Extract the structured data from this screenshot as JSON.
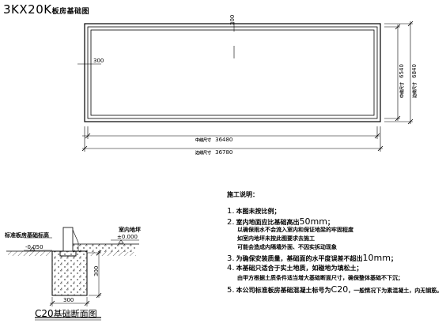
{
  "title": {
    "model": "3KX20K",
    "label": "板房基础图"
  },
  "plan": {
    "dim_top": "300",
    "dim_left": "300",
    "center_width_label": "中线尺寸",
    "center_width": "36480",
    "overall_width_label": "边线尺寸",
    "overall_width": "36780",
    "center_depth_label": "中线尺寸",
    "center_depth": "6540",
    "overall_depth_label": "边线尺寸",
    "overall_depth": "6840"
  },
  "section": {
    "board_level_label": "标准板房基础标高",
    "board_level_value": "-0.050",
    "ground_label": "室内地坪",
    "ground_value": "±0.000",
    "dim_height": "300",
    "dim_width": "300",
    "title_grade": "C20",
    "title_text": "基础断面图"
  },
  "notes": {
    "heading": "施工说明：",
    "items": [
      {
        "num": "1.",
        "text": "本图未按比例；"
      },
      {
        "num": "2.",
        "text": "室内地面应比基础高出",
        "value": "50mm",
        "suffix": "；"
      },
      {
        "num": "",
        "text": "以确保雨水不会流入室内和保证地梁的牢固程度"
      },
      {
        "num": "",
        "text": "如室内地坪未按此图要求去施工"
      },
      {
        "num": "",
        "text": "可能会造成内隔墙外面、不因实拆动现象"
      },
      {
        "num": "3.",
        "text": "为确保安装质量，基础面的水平度误差不超出",
        "value": "10mm",
        "suffix": "；"
      },
      {
        "num": "4.",
        "text": "本基础只适合于实土地质，如碰地为填松土；"
      },
      {
        "num": "",
        "text": "由甲方根据土质条件适当增大基础断面尺寸，确保整体基础不下沉；"
      },
      {
        "num": "5.",
        "text": "本公司标准板房基础混凝土标号为",
        "value": "C20",
        "suffix": "，一般情况下为素混凝土，内无钢筋。"
      }
    ]
  }
}
